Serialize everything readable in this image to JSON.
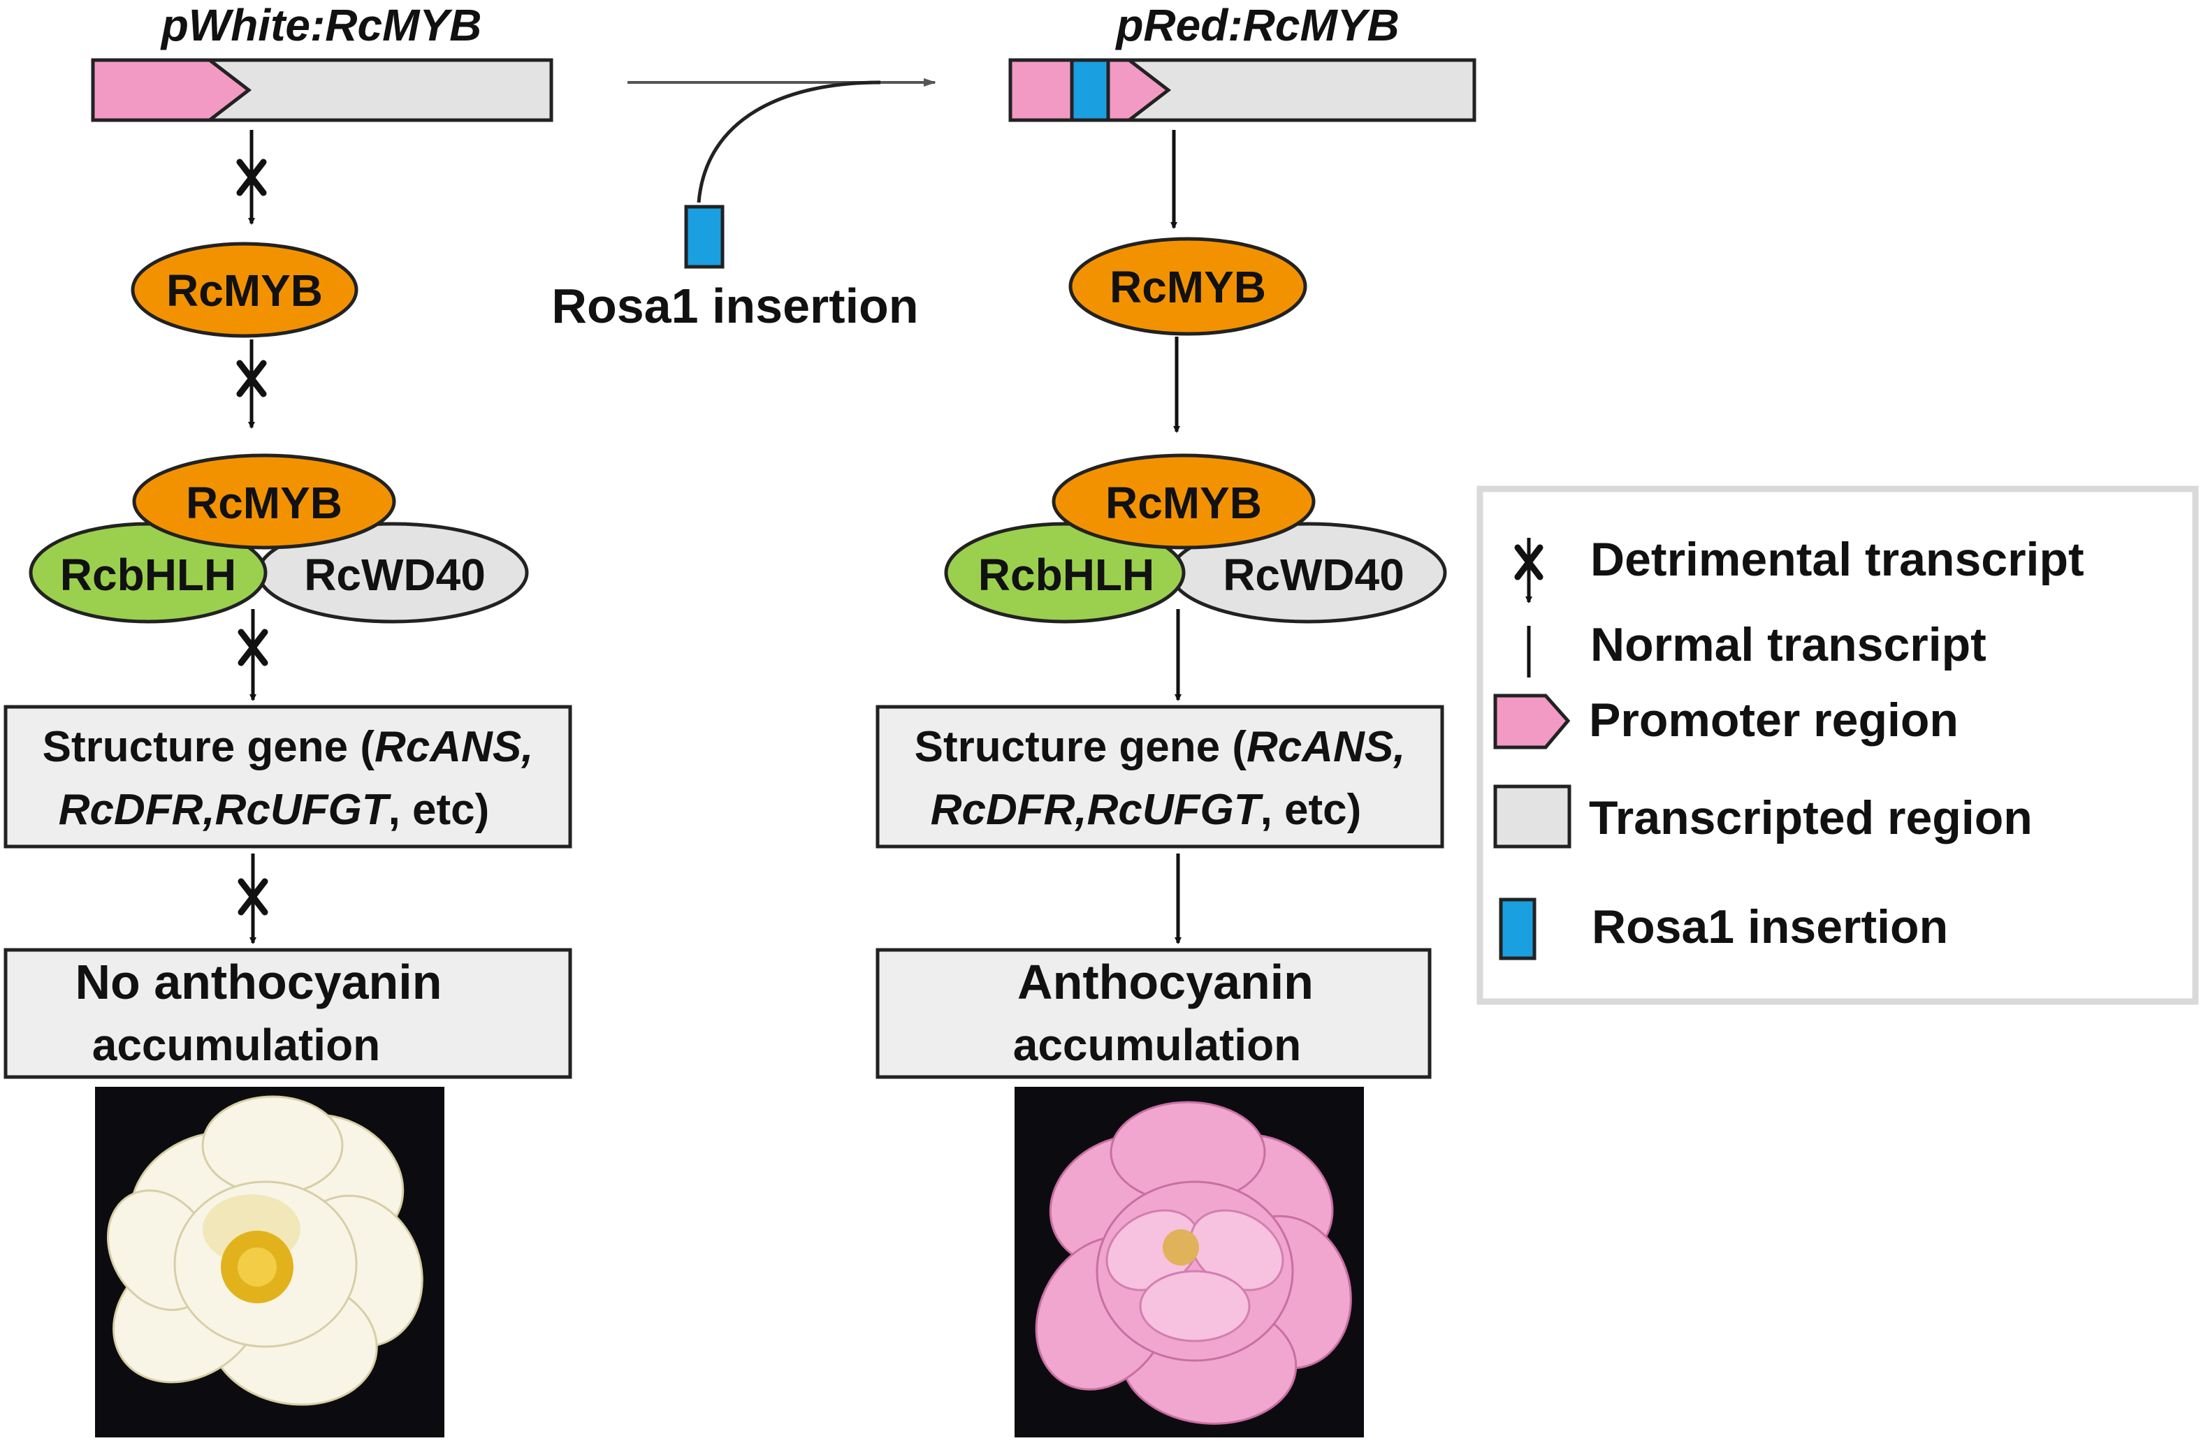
{
  "colors": {
    "promoter": "#f29ac4",
    "transcribed": "#e3e3e3",
    "insertion": "#1a9fe0",
    "myb": "#f39200",
    "bhlh": "#9bd04e",
    "wd40": "#e3e3e3",
    "box": "#eeeeee",
    "legend_border": "#d9d9d9",
    "photo_bg": "#0c0c10",
    "white_petal": "#f8f5e6",
    "pink_petal": "#f0a6cf"
  },
  "left": {
    "gene_title": "pWhite:RcMYB",
    "myb_label": "RcMYB",
    "complex_myb_label": "RcMYB",
    "bhlh_label": "RcbHLH",
    "wd40_label": "RcWD40",
    "structure_line1_prefix": "Structure gene (",
    "structure_line1_italic": "RcANS,",
    "structure_line2_italic_a": "RcDFR,",
    "structure_line2_italic_b": "RcUFGT",
    "structure_line2_suffix": ", etc)",
    "result_line1": "No anthocyanin",
    "result_line2": "accumulation",
    "photo_icon": "white-rose-icon"
  },
  "right": {
    "gene_title": "pRed:RcMYB",
    "myb_label": "RcMYB",
    "complex_myb_label": "RcMYB",
    "bhlh_label": "RcbHLH",
    "wd40_label": "RcWD40",
    "structure_line1_prefix": "Structure gene (",
    "structure_line1_italic": "RcANS,",
    "structure_line2_italic_a": "RcDFR,",
    "structure_line2_italic_b": "RcUFGT",
    "structure_line2_suffix": ", etc)",
    "result_line1": "Anthocyanin",
    "result_line2": "accumulation",
    "photo_icon": "pink-rose-icon"
  },
  "insertion_label": "Rosa1 insertion",
  "legend": {
    "detrimental": "Detrimental transcript",
    "normal": "Normal transcript",
    "promoter": "Promoter region",
    "transcripted": "Transcripted region",
    "rosa1": "Rosa1 insertion"
  }
}
